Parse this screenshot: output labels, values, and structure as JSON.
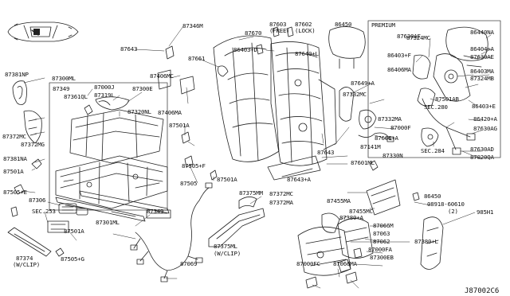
{
  "diagram": {
    "reference_code": "J87002C6",
    "inset_heading": "PREMIUM",
    "labels": [
      {
        "id": "l01",
        "text": "87346M"
      },
      {
        "id": "l02",
        "text": "87643"
      },
      {
        "id": "l03",
        "text": "87670"
      },
      {
        "id": "l04",
        "text": "87603"
      },
      {
        "id": "l05",
        "text": "(FREE)"
      },
      {
        "id": "l06",
        "text": "87602"
      },
      {
        "id": "l07",
        "text": "(LOCK)"
      },
      {
        "id": "l08",
        "text": "86450"
      },
      {
        "id": "l09",
        "text": "87630AF"
      },
      {
        "id": "l10",
        "text": "87324MC"
      },
      {
        "id": "l11",
        "text": "86440NA"
      },
      {
        "id": "l12",
        "text": "86404+A"
      },
      {
        "id": "l13",
        "text": "87630AE"
      },
      {
        "id": "l14",
        "text": "86403+D"
      },
      {
        "id": "l15",
        "text": "87640+L"
      },
      {
        "id": "l16",
        "text": "87381NP"
      },
      {
        "id": "l17",
        "text": "87661"
      },
      {
        "id": "l18",
        "text": "87406MC"
      },
      {
        "id": "l19",
        "text": "86403+F"
      },
      {
        "id": "l20",
        "text": "86406MA"
      },
      {
        "id": "l21",
        "text": "86403MA"
      },
      {
        "id": "l22",
        "text": "87324MB"
      },
      {
        "id": "l23",
        "text": "87300ML"
      },
      {
        "id": "l24",
        "text": "87349"
      },
      {
        "id": "l25",
        "text": "87000J"
      },
      {
        "id": "l26",
        "text": "87319L"
      },
      {
        "id": "l27",
        "text": "87300E"
      },
      {
        "id": "l28",
        "text": "87361QL"
      },
      {
        "id": "l29",
        "text": "87320NL"
      },
      {
        "id": "l30",
        "text": "87649+A"
      },
      {
        "id": "l31",
        "text": "87332MC"
      },
      {
        "id": "l32",
        "text": "87501AB"
      },
      {
        "id": "l33",
        "text": "SEC.280"
      },
      {
        "id": "l34",
        "text": "86403+E"
      },
      {
        "id": "l35",
        "text": "87406MA"
      },
      {
        "id": "l36",
        "text": "87332MA"
      },
      {
        "id": "l37",
        "text": "87000F"
      },
      {
        "id": "l38",
        "text": "87666+A"
      },
      {
        "id": "l39",
        "text": "86420+A"
      },
      {
        "id": "l40",
        "text": "87630AG"
      },
      {
        "id": "l41",
        "text": "87372MC"
      },
      {
        "id": "l42",
        "text": "87372MG"
      },
      {
        "id": "l43",
        "text": "87501A"
      },
      {
        "id": "l44",
        "text": "87141M"
      },
      {
        "id": "l45",
        "text": "SEC.284"
      },
      {
        "id": "l46",
        "text": "87630AD"
      },
      {
        "id": "l47",
        "text": "87020QA"
      },
      {
        "id": "l48",
        "text": "87381NA"
      },
      {
        "id": "l49",
        "text": "87643"
      },
      {
        "id": "l50",
        "text": "87330N"
      },
      {
        "id": "l51",
        "text": "87505+F"
      },
      {
        "id": "l52",
        "text": "87601ML"
      },
      {
        "id": "l53",
        "text": "87501A"
      },
      {
        "id": "l54",
        "text": "87643+A"
      },
      {
        "id": "l55",
        "text": "87501A"
      },
      {
        "id": "l56",
        "text": "87505"
      },
      {
        "id": "l57",
        "text": "87375MM"
      },
      {
        "id": "l58",
        "text": "86450"
      },
      {
        "id": "l59",
        "text": "87505+E"
      },
      {
        "id": "l60",
        "text": "87306"
      },
      {
        "id": "l61",
        "text": "87372MC"
      },
      {
        "id": "l62",
        "text": "87372MA"
      },
      {
        "id": "l63",
        "text": "87455MA"
      },
      {
        "id": "l64",
        "text": "08918-60610"
      },
      {
        "id": "l65",
        "text": "(2)"
      },
      {
        "id": "l66",
        "text": "985H1"
      },
      {
        "id": "l67",
        "text": "SEC.253"
      },
      {
        "id": "l68",
        "text": "87349"
      },
      {
        "id": "l69",
        "text": "87301ML"
      },
      {
        "id": "l70",
        "text": "87455MC"
      },
      {
        "id": "l71",
        "text": "87380+A"
      },
      {
        "id": "l72",
        "text": "87066M"
      },
      {
        "id": "l73",
        "text": "87501A"
      },
      {
        "id": "l74",
        "text": "87063"
      },
      {
        "id": "l75",
        "text": "87062"
      },
      {
        "id": "l76",
        "text": "87380+L"
      },
      {
        "id": "l77",
        "text": "87375ML"
      },
      {
        "id": "l78",
        "text": "(W/CLIP)"
      },
      {
        "id": "l79",
        "text": "87000FA"
      },
      {
        "id": "l80",
        "text": "87300EB"
      },
      {
        "id": "l81",
        "text": "87374"
      },
      {
        "id": "l82",
        "text": "(W/CLIP)"
      },
      {
        "id": "l83",
        "text": "87505+G"
      },
      {
        "id": "l84",
        "text": "87069"
      },
      {
        "id": "l85",
        "text": "87000FC"
      },
      {
        "id": "l86",
        "text": "87066MA"
      }
    ]
  }
}
